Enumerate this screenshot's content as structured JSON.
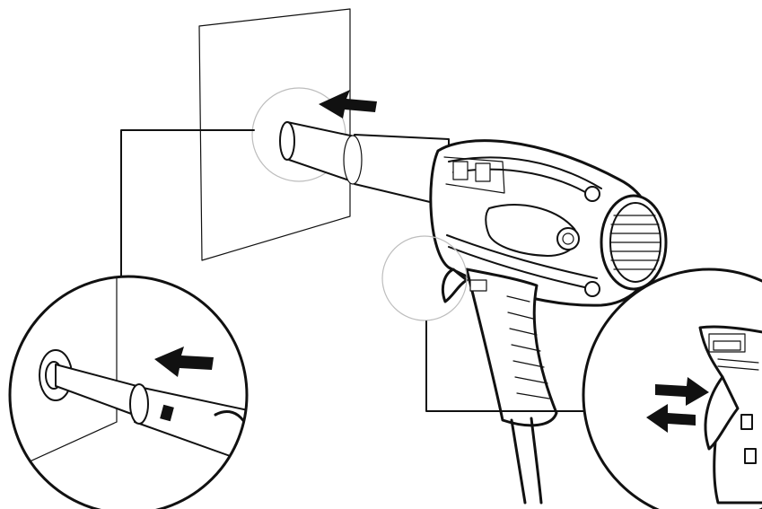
{
  "figure": {
    "ink_color": "#111111",
    "background_color": "#ffffff",
    "callouts": [
      "surface-application-detail",
      "trigger-detail"
    ],
    "arrows": {
      "main": "push-toward-surface",
      "detail": "push-toward-surface",
      "trigger": [
        "press-trigger",
        "release-trigger"
      ]
    },
    "icons": [
      "arrow-left-icon",
      "arrow-right-icon",
      "heat-gun-icon",
      "magnifier-circle-icon"
    ]
  }
}
